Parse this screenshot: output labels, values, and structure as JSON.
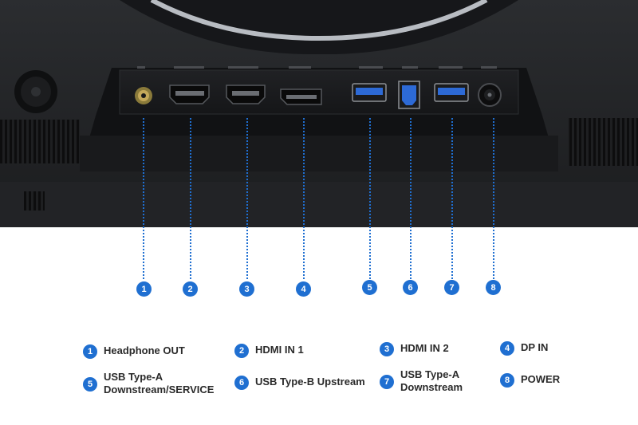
{
  "ports": [
    {
      "num": "1",
      "label": "Headphone OUT"
    },
    {
      "num": "2",
      "label": "HDMI IN 1"
    },
    {
      "num": "3",
      "label": "HDMI IN 2"
    },
    {
      "num": "4",
      "label": "DP IN"
    },
    {
      "num": "5",
      "label": "USB Type-A\nDownstream/SERVICE"
    },
    {
      "num": "6",
      "label": "USB Type-B Upstream"
    },
    {
      "num": "7",
      "label": "USB Type-A\nDownstream"
    },
    {
      "num": "8",
      "label": "POWER"
    }
  ],
  "colors": {
    "accent": "#1f6fd1",
    "usb_blue": "#2d6ad6"
  }
}
